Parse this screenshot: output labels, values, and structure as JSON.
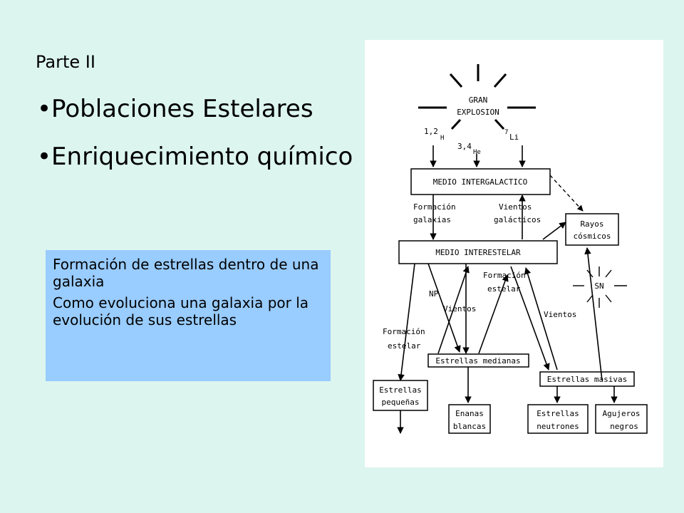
{
  "slide": {
    "subtitle": "Parte II",
    "bullets": [
      "•Poblaciones Estelares",
      "•Enriquecimiento químico"
    ],
    "box_lines": [
      "Formación de estrellas dentro de una galaxia",
      "Como evoluciona una galaxia por la evolución de sus estrellas"
    ]
  },
  "diagram": {
    "gran": "GRAN",
    "explosion": "EXPLOSION",
    "h_num": "1,2",
    "h_sym": "H",
    "he_num": "3,4",
    "he_sym": "He",
    "li_num": "7",
    "li_sym": "Li",
    "medio_intergalactico": "MEDIO INTERGALACTICO",
    "formacion": "Formación",
    "galaxias": "galaxias",
    "vientos": "Vientos",
    "galacticos": "galácticos",
    "rayos": "Rayos",
    "cosmicos": "cósmicos",
    "medio_interestelar": "MEDIO INTERESTELAR",
    "np": "NP",
    "vientos_left": "Vientos",
    "formacion_estelar_1": "Formación",
    "formacion_estelar_2": "estelar",
    "vientos_right": "Vientos",
    "sn": "SN",
    "formacion_left_1": "Formación",
    "formacion_left_2": "estelar",
    "estrellas_medianas": "Estrellas medianas",
    "estrellas_masivas": "Estrellas masivas",
    "estrellas_pequenas_1": "Estrellas",
    "estrellas_pequenas_2": "pequeñas",
    "enanas": "Enanas",
    "blancas": "blancas",
    "estrellas_neutrones_1": "Estrellas",
    "estrellas_neutrones_2": "neutrones",
    "agujeros": "Agujeros",
    "negros": "negros"
  }
}
